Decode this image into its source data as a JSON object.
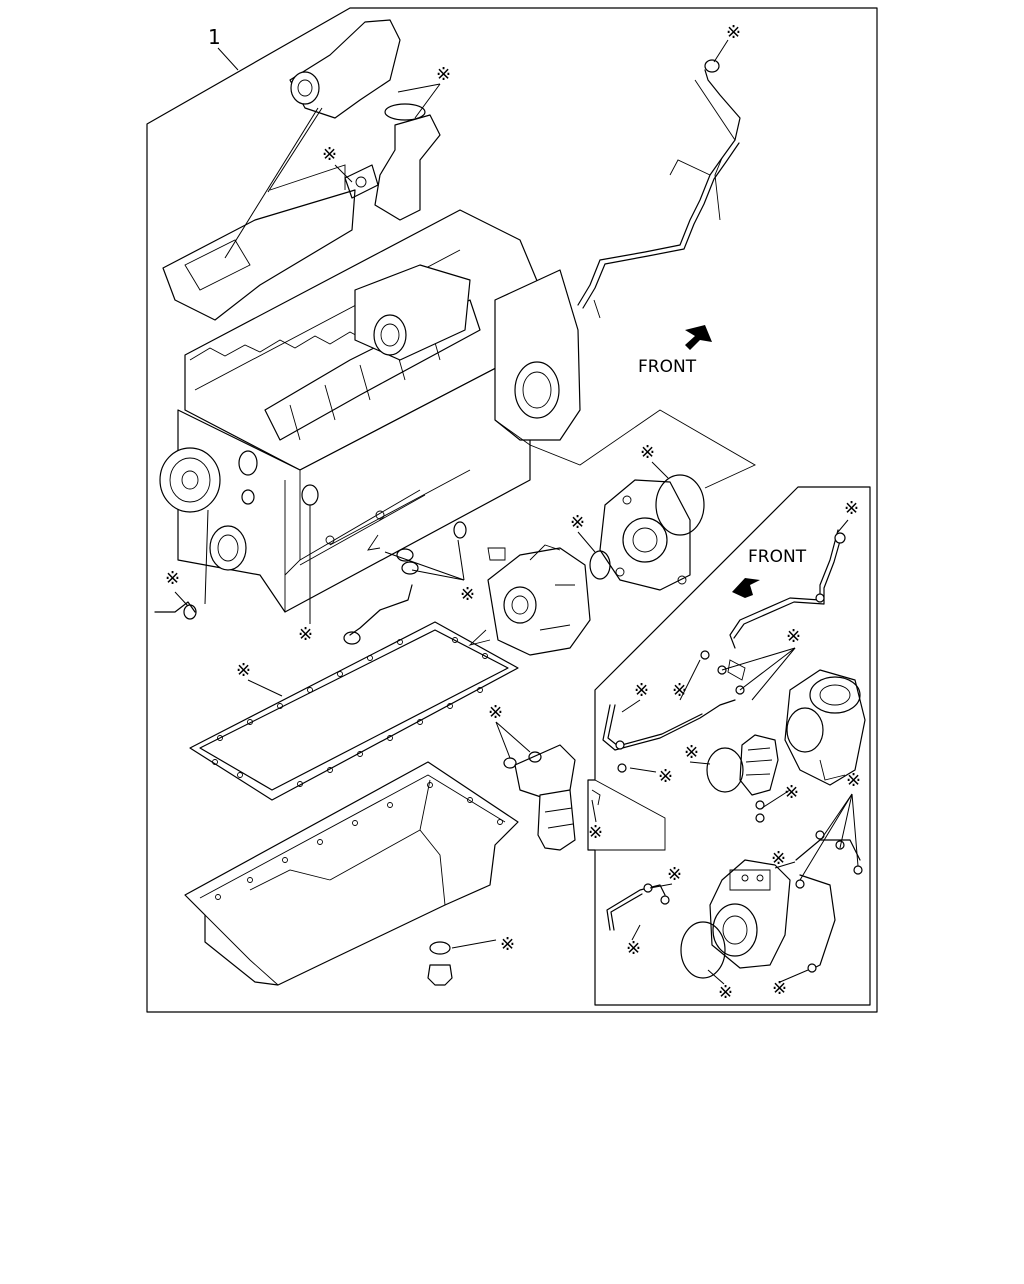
{
  "diagram": {
    "item_number": "1",
    "front_label_top": "FRONT",
    "front_label_inset": "FRONT",
    "asterisk": "※"
  }
}
